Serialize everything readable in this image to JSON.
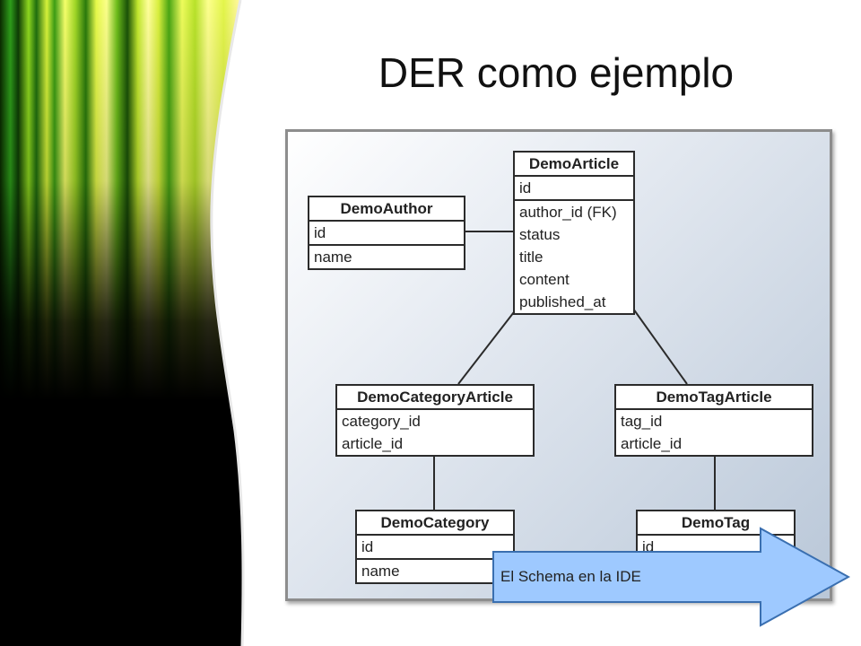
{
  "slide": {
    "title": "DER como ejemplo"
  },
  "diagram": {
    "entities": {
      "article": {
        "name": "DemoArticle",
        "groups": [
          [
            "id"
          ],
          [
            "author_id (FK)",
            "status",
            "title",
            "content",
            "published_at"
          ]
        ]
      },
      "author": {
        "name": "DemoAuthor",
        "groups": [
          [
            "id"
          ],
          [
            "name"
          ]
        ]
      },
      "category_article": {
        "name": "DemoCategoryArticle",
        "groups": [
          [
            "category_id",
            "article_id"
          ]
        ]
      },
      "tag_article": {
        "name": "DemoTagArticle",
        "groups": [
          [
            "tag_id",
            "article_id"
          ]
        ]
      },
      "category": {
        "name": "DemoCategory",
        "groups": [
          [
            "id"
          ],
          [
            "name"
          ]
        ]
      },
      "tag": {
        "name": "DemoTag",
        "groups": [
          [
            "id"
          ]
        ]
      }
    },
    "relationships": [
      {
        "from": "author",
        "to": "article"
      },
      {
        "from": "article",
        "to": "category_article"
      },
      {
        "from": "article",
        "to": "tag_article"
      },
      {
        "from": "category_article",
        "to": "category"
      },
      {
        "from": "tag_article",
        "to": "tag"
      }
    ]
  },
  "callout": {
    "text": "El Schema en la IDE",
    "fill_color": "#9ec9ff",
    "border_color": "#3a6fb0"
  },
  "theme": {
    "curtain_colors": [
      "#000000",
      "#2e9e1a",
      "#c8e82c",
      "#ffff66"
    ]
  }
}
